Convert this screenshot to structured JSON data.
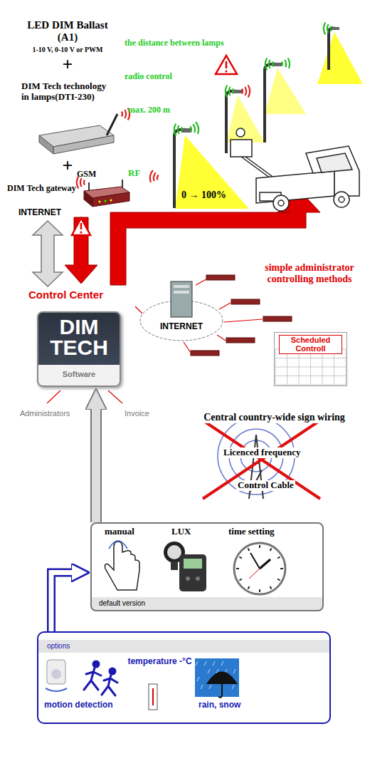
{
  "diagram": {
    "nodes": [
      {
        "text": [
          "DIM TECH",
          "Software"
        ]
      },
      {
        "text": [
          "Scheduled Controll"
        ]
      },
      {
        "text": [
          "manual",
          "LUX",
          "time setting",
          "default version"
        ]
      },
      {
        "text": [
          "options",
          "motion detection",
          "temperature -°C",
          "rain, snow"
        ]
      }
    ],
    "edges": [
      {
        "from": 3,
        "to": 2,
        "arrow": "to"
      },
      {
        "from": 2,
        "to": 0,
        "arrow": "to"
      }
    ],
    "labels": [
      "LED DIM Ballast (A1)",
      "1-10 V, 0-10 V or PWM",
      "+",
      "DIM Tech technology in lamps(DTI-230)",
      "+",
      "GSM",
      "DIM Tech gateway",
      "INTERNET",
      "Control Center",
      "the distance between lamps",
      "radio control",
      "max. 200 m",
      "RF",
      "0 → 100%",
      "simple administrator controlling methods",
      "INTERNET",
      "Administrators",
      "Invoice",
      "Central country-wide sign wiring",
      "Licenced frequency",
      "Control Cable"
    ]
  }
}
